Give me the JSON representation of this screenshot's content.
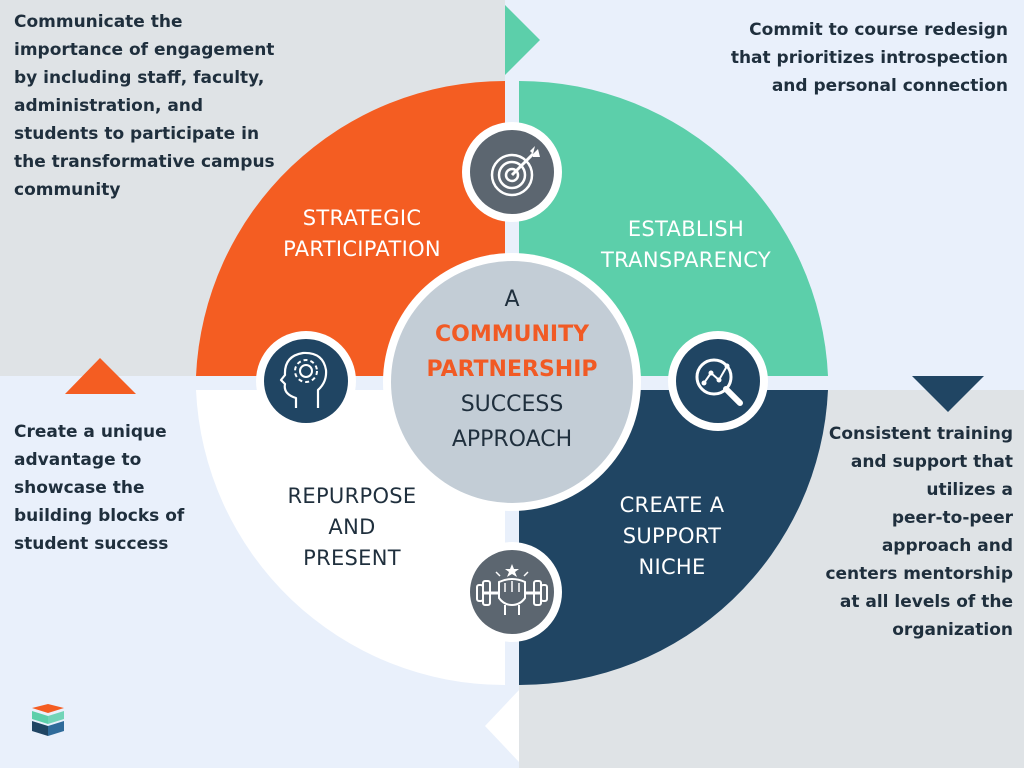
{
  "corners": {
    "top_left": "Communicate the\nimportance of engagement\nby including staff, faculty,\nadministration, and\nstudents to participate in\nthe transformative campus\ncommunity",
    "top_right": "Commit to course redesign\nthat prioritizes introspection\nand personal connection ",
    "bottom_left": "Create a unique\nadvantage to\nshowcase the\nbuilding blocks of\nstudent success",
    "bottom_right": "Consistent training\nand support that\nutilizes a \npeer-to-peer\napproach and\ncenters  mentorship\nat all levels of the\norganization"
  },
  "segments": {
    "strategic": {
      "label": "STRATEGIC\nPARTICIPATION",
      "color": "#f45d22",
      "icon": "target-icon"
    },
    "transparency": {
      "label": "ESTABLISH\nTRANSPARENCY",
      "color": "#5ccfaa",
      "icon": "magnifier-chart-icon"
    },
    "support": {
      "label": "CREATE A\nSUPPORT\nNICHE",
      "color": "#204563",
      "icon": "fist-dumbbell-icon"
    },
    "repurpose": {
      "label": "REPURPOSE\nAND\nPRESENT",
      "color": "#ffffff",
      "icon": "head-gear-icon"
    }
  },
  "center": {
    "line1": "A",
    "highlight1": "COMMUNITY",
    "highlight2": "PARTNERSHIP",
    "line2": "SUCCESS",
    "line3": "APPROACH"
  },
  "colors": {
    "orange": "#f45d22",
    "teal": "#5ccfaa",
    "navy": "#204563",
    "icon_gray": "#5c6670",
    "center_gray": "#c3cdd6",
    "quad_gray": "#dfe3e6",
    "quad_blue": "#e9f0fb"
  }
}
